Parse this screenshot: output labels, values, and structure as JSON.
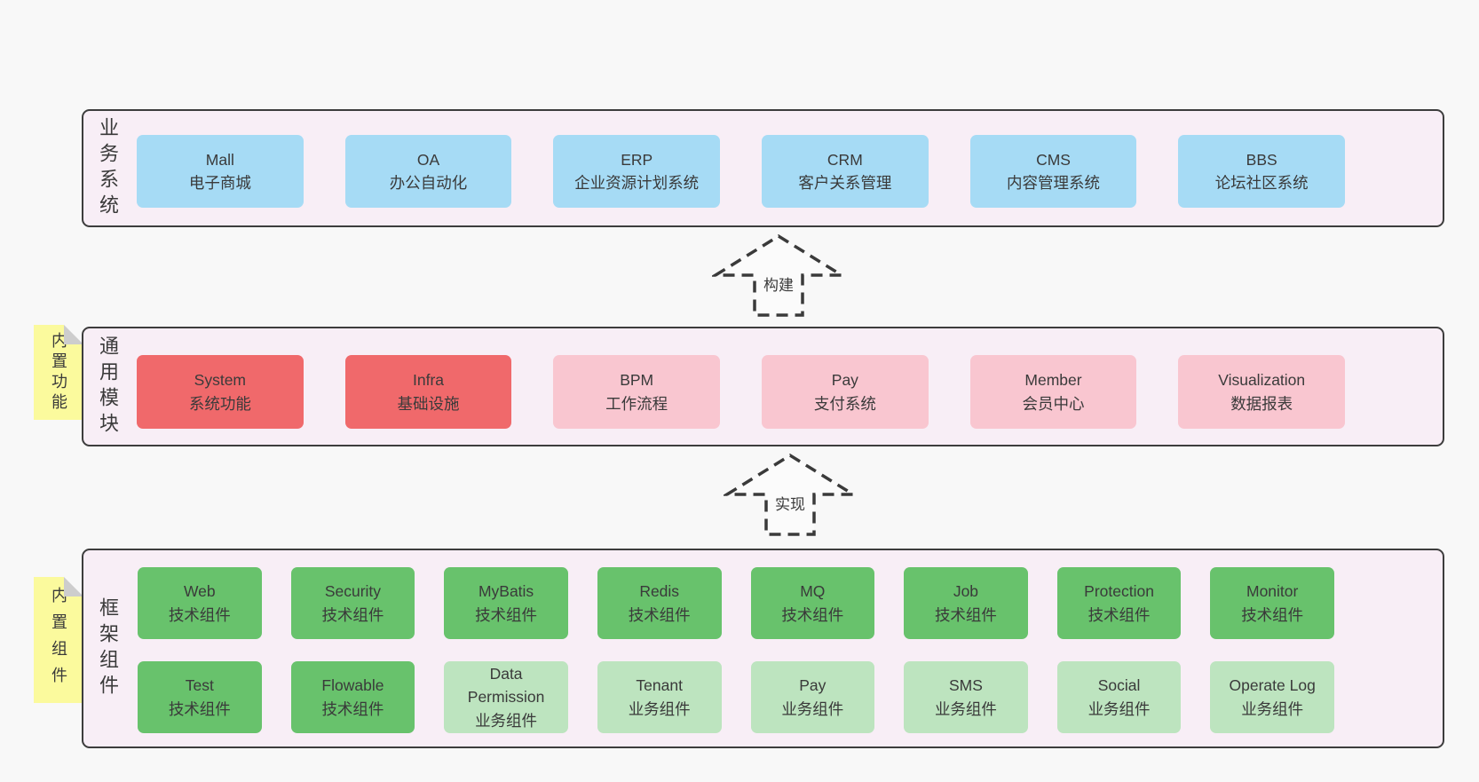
{
  "colors": {
    "page-bg": "#f8f8f8",
    "layer-bg": "#f8eef6",
    "layer-border": "#3d3d3d",
    "box-blue": "#a6dbf5",
    "box-red": "#f0696b",
    "box-pink": "#f9c6d0",
    "box-green": "#68c26c",
    "box-green-light": "#bde4bf",
    "note-yellow": "#fbfa9d",
    "note-fold": "#cdcdcd",
    "text": "#3a3a3a",
    "arrow": "#3a3a3a"
  },
  "arrows": [
    {
      "label": "构建"
    },
    {
      "label": "实现"
    }
  ],
  "layers": [
    {
      "id": "business",
      "label": "业务系统",
      "boxes": [
        {
          "title": "Mall",
          "subtitle": "电子商城",
          "color": "blue"
        },
        {
          "title": "OA",
          "subtitle": "办公自动化",
          "color": "blue"
        },
        {
          "title": "ERP",
          "subtitle": "企业资源计划系统",
          "color": "blue"
        },
        {
          "title": "CRM",
          "subtitle": "客户关系管理",
          "color": "blue"
        },
        {
          "title": "CMS",
          "subtitle": "内容管理系统",
          "color": "blue"
        },
        {
          "title": "BBS",
          "subtitle": "论坛社区系统",
          "color": "blue"
        }
      ]
    },
    {
      "id": "modules",
      "label": "通用模块",
      "note": "内置功能",
      "boxes": [
        {
          "title": "System",
          "subtitle": "系统功能",
          "color": "red"
        },
        {
          "title": "Infra",
          "subtitle": "基础设施",
          "color": "red"
        },
        {
          "title": "BPM",
          "subtitle": "工作流程",
          "color": "pink"
        },
        {
          "title": "Pay",
          "subtitle": "支付系统",
          "color": "pink"
        },
        {
          "title": "Member",
          "subtitle": "会员中心",
          "color": "pink"
        },
        {
          "title": "Visualization",
          "subtitle": "数据报表",
          "color": "pink"
        }
      ]
    },
    {
      "id": "components",
      "label": "框架组件",
      "note": "内置组件",
      "rows": [
        [
          {
            "title": "Web",
            "subtitle": "技术组件",
            "color": "green"
          },
          {
            "title": "Security",
            "subtitle": "技术组件",
            "color": "green"
          },
          {
            "title": "MyBatis",
            "subtitle": "技术组件",
            "color": "green"
          },
          {
            "title": "Redis",
            "subtitle": "技术组件",
            "color": "green"
          },
          {
            "title": "MQ",
            "subtitle": "技术组件",
            "color": "green"
          },
          {
            "title": "Job",
            "subtitle": "技术组件",
            "color": "green"
          },
          {
            "title": "Protection",
            "subtitle": "技术组件",
            "color": "green"
          },
          {
            "title": "Monitor",
            "subtitle": "技术组件",
            "color": "green"
          }
        ],
        [
          {
            "title": "Test",
            "subtitle": "技术组件",
            "color": "green"
          },
          {
            "title": "Flowable",
            "subtitle": "技术组件",
            "color": "green"
          },
          {
            "title": "Data Permission",
            "subtitle": "业务组件",
            "color": "green-light"
          },
          {
            "title": "Tenant",
            "subtitle": "业务组件",
            "color": "green-light"
          },
          {
            "title": "Pay",
            "subtitle": "业务组件",
            "color": "green-light"
          },
          {
            "title": "SMS",
            "subtitle": "业务组件",
            "color": "green-light"
          },
          {
            "title": "Social",
            "subtitle": "业务组件",
            "color": "green-light"
          },
          {
            "title": "Operate Log",
            "subtitle": "业务组件",
            "color": "green-light"
          }
        ]
      ]
    }
  ]
}
